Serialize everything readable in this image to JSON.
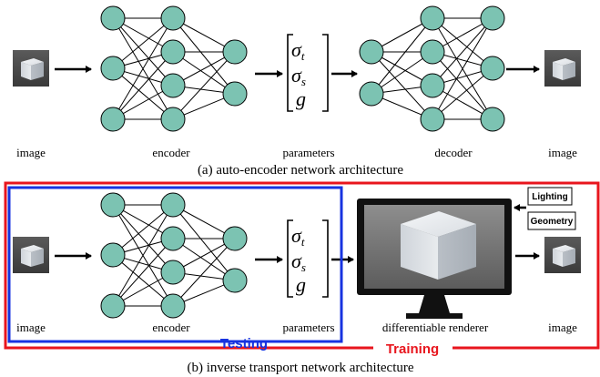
{
  "captions": {
    "a": "(a) auto-encoder network architecture",
    "b": "(b) inverse transport network architecture"
  },
  "labels": {
    "image": "image",
    "encoder": "encoder",
    "parameters": "parameters",
    "decoder": "decoder",
    "renderer": "differentiable renderer",
    "training": "Training",
    "testing": "Testing"
  },
  "tags": {
    "lighting": "Lighting",
    "geometry": "Geometry"
  },
  "params": [
    {
      "sym": "σ",
      "sub": "t"
    },
    {
      "sym": "σ",
      "sub": "s"
    },
    {
      "sym": "g"
    }
  ],
  "colors": {
    "neuron_fill": "#7cc3b2",
    "training_box": "#e8151d",
    "testing_box": "#1733e0"
  }
}
